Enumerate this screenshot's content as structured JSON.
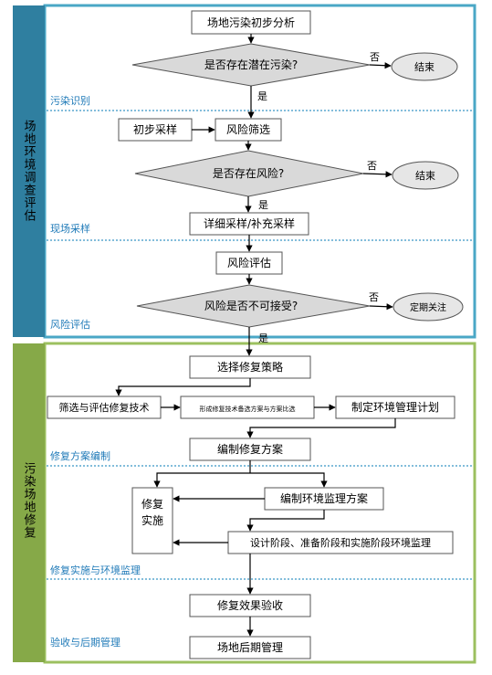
{
  "colors": {
    "stage1_accent": "#2f7fa0",
    "stage1_border": "#4aa7c6",
    "stage2_accent": "#86a948",
    "stage2_border": "#9cc05f",
    "divider": "#5aa7cf",
    "section_label": "#1f7ab8",
    "decision_fill": "#d9d9d9",
    "end_fill": "#e6e6e6",
    "box_stroke": "#555555",
    "arrow": "#000000"
  },
  "stages": [
    {
      "label": "场地环境调查评估"
    },
    {
      "label": "污染场地修复"
    }
  ],
  "sections": [
    {
      "label": "污染识别"
    },
    {
      "label": "现场采样"
    },
    {
      "label": "风险评估"
    },
    {
      "label": "修复方案编制"
    },
    {
      "label": "修复实施与环境监理"
    },
    {
      "label": "验收与后期管理"
    }
  ],
  "nodes": {
    "initial_analysis": "场地污染初步分析",
    "q_potential": "是否存在潜在污染?",
    "end1": "结束",
    "initial_sampling": "初步采样",
    "risk_screening": "风险筛选",
    "q_risk": "是否存在风险?",
    "end2": "结束",
    "detailed_sampling": "详细采样/补充采样",
    "risk_assessment": "风险评估",
    "q_unacceptable": "风险是否不可接受?",
    "periodic": "定期关注",
    "choose_strategy": "选择修复策略",
    "screen_tech": "筛选与评估修复技术",
    "form_options": "形成修复技术备选方案与方案比选",
    "env_plan": "制定环境管理计划",
    "compile_plan": "编制修复方案",
    "repair_impl_l1": "修复",
    "repair_impl_l2": "实施",
    "monitor_plan": "编制环境监理方案",
    "stage_monitor": "设计阶段、准备阶段和实施阶段环境监理",
    "acceptance": "修复效果验收",
    "post_mgmt": "场地后期管理"
  },
  "edges": {
    "no1": "否",
    "yes1": "是",
    "no2": "否",
    "yes2": "是",
    "no3": "否",
    "yes3": "是"
  }
}
